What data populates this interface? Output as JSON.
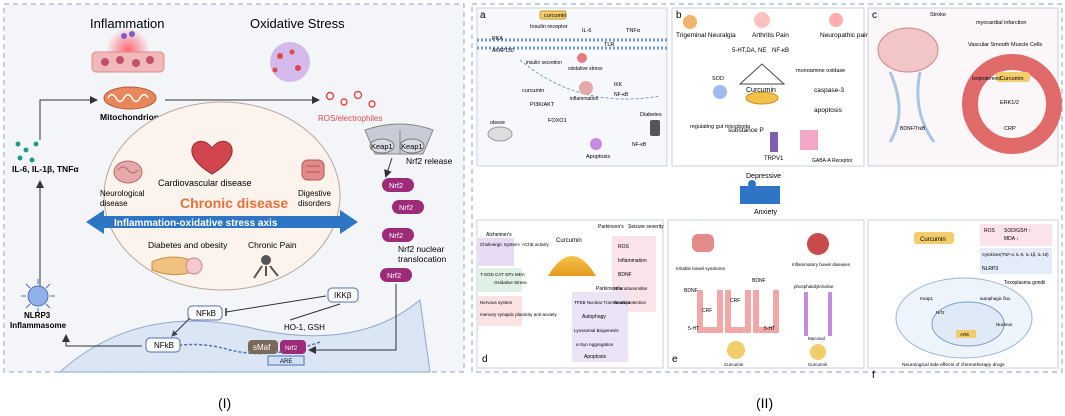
{
  "part1": {
    "caption": "(I)",
    "labels": {
      "inflammation": "Inflammation",
      "oxidative_stress": "Oxidative Stress",
      "mitochondrion": "Mitochondrion",
      "ros": "ROS/electrophiles",
      "keap1": "Keap1",
      "nrf2_release": "Nrf2 release",
      "nrf2": "Nrf2",
      "nrf2_translocation_1": "Nrf2 nuclear",
      "nrf2_translocation_2": "translocation",
      "cytokines": "IL-6, IL-1β,  TNFα",
      "nlrp3_1": "NLRP3",
      "nlrp3_2": "Inflammasome",
      "cardio": "Cardiovascular  disease",
      "chronic": "Chronic disease",
      "neuro_1": "Neurological",
      "neuro_2": "disease",
      "digest_1": "Digestive",
      "digest_2": "disorders",
      "axis": "Inflammation-oxidative stress axis",
      "diabetes": "Diabetes and obesity",
      "pain": "Chronic Pain",
      "nfkb": "NFkB",
      "ikkb": "IKKβ",
      "ho1": "HO-1, GSH",
      "smaf": "sMaf",
      "nrf2_small": "Nrf2",
      "are": "ARE"
    }
  },
  "part2": {
    "caption": "(II)",
    "center": {
      "top": "Depressive",
      "bottom": "Anxiety"
    },
    "panels": {
      "a": {
        "letter": "a",
        "labels": [
          "curcumin",
          "Insulin receptor",
          "IL-6",
          "TNFα",
          "TLR",
          "PKA",
          "AKAP150",
          "insulin secretion",
          "oxidative stress",
          "inflammation",
          "curcumin",
          "PI3K/AKT",
          "FOXO1",
          "obese",
          "Diabetes",
          "Apoptosis",
          "IKK",
          "NF-κB",
          "NF-κB"
        ]
      },
      "b": {
        "letter": "b",
        "labels": [
          "Trigeminal Neuralgia",
          "Arthritis Pain",
          "Neuropathic pain",
          "5-HT,DA, NE",
          "NF-κB",
          "SOD",
          "Curcumin",
          "monoamine oxidase",
          "caspase-3",
          "apoptosis",
          "regulating gut microbiota",
          "substance P",
          "TRPV1",
          "GABA-A Receptor"
        ]
      },
      "c": {
        "letter": "c",
        "labels": [
          "Stroke",
          "myocardial infarction",
          "Vascular Smooth Muscle Cells",
          "Isoproterenol",
          "Curcumin",
          "ERK1/2",
          "CRP",
          "BDNF/TrkB"
        ]
      },
      "d": {
        "letter": "d",
        "labels": [
          "Alzheimer's",
          "Parkinson's",
          "Seizure severity",
          "Cholinergic System↑ AChE activity",
          "T-SOD CAT GPx MDA",
          "Oxidative Stress",
          "Nervous system",
          "memory synaptic plasticity anti-anxiety",
          "Curcumin",
          "ROS",
          "Inflammation",
          "BDNF",
          "Neurotransmitter",
          "Neuroprotection",
          "Parkinson's",
          "TFEB Nuclear Translocation",
          "Autophagy",
          "Lysosomal Biogenesis",
          "α-Syn Aggregation",
          "Apoptosis"
        ]
      },
      "e": {
        "letter": "e",
        "labels": [
          "Irritable bowel syndrome",
          "Inflammatory bowel diseases",
          "BDNF",
          "BDNF",
          "CRF",
          "5-HT",
          "CRF",
          "phosphatidylcholine",
          "Curcumin",
          "Curcumin",
          "Mucosal",
          "5-HT"
        ]
      },
      "f": {
        "letter": "f",
        "labels": [
          "Curcumin",
          "ROS",
          "SOD/GSH ↑",
          "MDA ↓",
          "Cytokines(TNF-α, IL-6, IL-1β, IL-18)",
          "NLRP3",
          "Toxoplasma gondii",
          "Keap1",
          "Nrf2",
          "ARE",
          "autophagic flux",
          "Nucleus",
          "Neurological side effects of chemotherapy drugs"
        ]
      }
    }
  },
  "colors": {
    "axis_blue": "#2e75c6",
    "nrf2_purple": "#9c2b7a",
    "ros_red": "#e0474c",
    "chronic_orange": "#e6713a",
    "ellipse_fill": "#fbf3ec",
    "bg_panel": "#f3f4f7"
  }
}
